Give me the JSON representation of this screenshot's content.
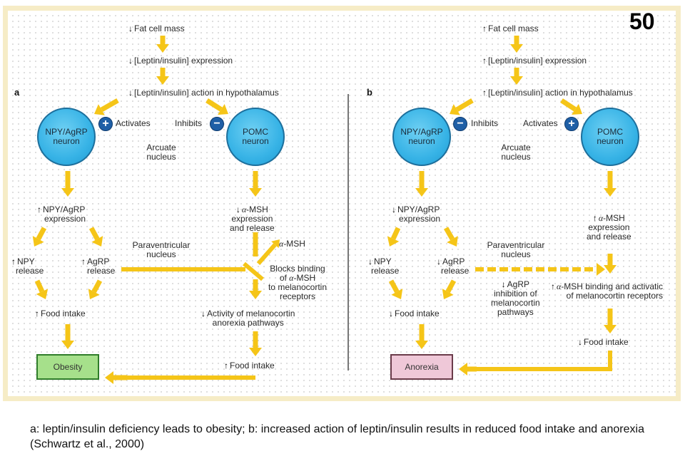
{
  "page_number": "50",
  "colors": {
    "arrow": "#f5c518",
    "neuron_fill": "#37b3e6",
    "sign_badge": "#1f5fa6",
    "obesity_box": "#a6e08b",
    "anorexia_box": "#efc8d8",
    "panel_border": "#f6ecc6",
    "divider": "#777777"
  },
  "panel_a": {
    "letter": "a",
    "fat_cell_mass": {
      "dir": "↓",
      "text": "Fat cell mass"
    },
    "expression": {
      "dir": "↓",
      "text": "[Leptin/insulin] expression"
    },
    "action": {
      "dir": "↓",
      "text": "[Leptin/insulin] action in hypothalamus"
    },
    "npy_neuron": {
      "line1": "NPY/AgRP",
      "line2": "neuron"
    },
    "pomc_neuron": {
      "line1": "POMC",
      "line2": "neuron"
    },
    "left_sign": {
      "symbol": "+",
      "label": "Activates"
    },
    "right_sign": {
      "symbol": "−",
      "label": "Inhibits"
    },
    "arcuate": {
      "line1": "Arcuate",
      "line2": "nucleus"
    },
    "npy_expression": {
      "dir": "↑",
      "line1": "NPY/AgRP",
      "line2": "expression"
    },
    "msh_expression": {
      "dir": "↓",
      "greek": "α",
      "line1": "-MSH",
      "line2": "expression",
      "line3": "and release"
    },
    "npy_release": {
      "dir": "↑",
      "line1": "NPY",
      "line2": "release"
    },
    "agrp_release": {
      "dir": "↑",
      "line1": "AgRP",
      "line2": "release"
    },
    "paraventricular": {
      "line1": "Paraventricular",
      "line2": "nucleus"
    },
    "msh_side": {
      "greek": "α",
      "text": "-MSH"
    },
    "blocks": {
      "line1": "Blocks binding",
      "line2_pre": "of ",
      "greek": "α",
      "line2_post": "-MSH",
      "line3": "to melanocortin",
      "line4": "receptors"
    },
    "food_intake_left": {
      "dir": "↑",
      "text": "Food intake"
    },
    "activity": {
      "dir": "↓",
      "line1": "Activity of melanocortin",
      "line2": "anorexia pathways"
    },
    "food_intake_right": {
      "dir": "↑",
      "text": "Food intake"
    },
    "outcome": "Obesity"
  },
  "panel_b": {
    "letter": "b",
    "fat_cell_mass": {
      "dir": "↑",
      "text": "Fat cell mass"
    },
    "expression": {
      "dir": "↑",
      "text": "[Leptin/insulin] expression"
    },
    "action": {
      "dir": "↑",
      "text": "[Leptin/insulin] action in hypothalamus"
    },
    "npy_neuron": {
      "line1": "NPY/AgRP",
      "line2": "neuron"
    },
    "pomc_neuron": {
      "line1": "POMC",
      "line2": "neuron"
    },
    "left_sign": {
      "symbol": "−",
      "label": "Inhibits"
    },
    "right_sign": {
      "symbol": "+",
      "label": "Activates"
    },
    "arcuate": {
      "line1": "Arcuate",
      "line2": "nucleus"
    },
    "npy_expression": {
      "dir": "↓",
      "line1": "NPY/AgRP",
      "line2": "expression"
    },
    "msh_expression": {
      "dir": "↑",
      "greek": "α",
      "line1": "-MSH",
      "line2": "expression",
      "line3": "and release"
    },
    "npy_release": {
      "dir": "↓",
      "line1": "NPY",
      "line2": "release"
    },
    "agrp_release": {
      "dir": "↓",
      "line1": "AgRP",
      "line2": "release"
    },
    "paraventricular": {
      "line1": "Paraventricular",
      "line2": "nucleus"
    },
    "agrp_inhibition": {
      "dir": "↓",
      "line1": "AgRP",
      "line2": "inhibition of",
      "line3": "melanocortin",
      "line4": "pathways"
    },
    "msh_binding": {
      "dir": "↑",
      "greek": "α",
      "line1": "-MSH binding and activatic",
      "line2": "of melanocortin receptors"
    },
    "food_intake_left": {
      "dir": "↓",
      "text": "Food intake"
    },
    "food_intake_right": {
      "dir": "↓",
      "text": "Food intake"
    },
    "outcome": "Anorexia"
  },
  "caption": "a: leptin/insulin deficiency leads to obesity; b: increased action of leptin/insulin results in reduced food intake and anorexia (Schwartz et al., 2000)"
}
